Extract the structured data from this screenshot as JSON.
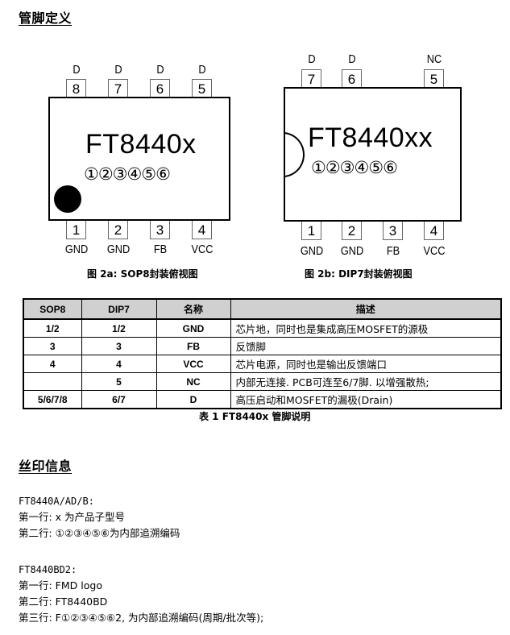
{
  "sections": {
    "pin_definition_title": "管脚定义",
    "marking_title": "丝印信息"
  },
  "sop8": {
    "chip_name": "FT8440x",
    "chip_code": "①②③④⑤⑥",
    "top_pins": [
      {
        "number": "8",
        "label": "D"
      },
      {
        "number": "7",
        "label": "D"
      },
      {
        "number": "6",
        "label": "D"
      },
      {
        "number": "5",
        "label": "D"
      }
    ],
    "bottom_pins": [
      {
        "number": "1",
        "label": "GND"
      },
      {
        "number": "2",
        "label": "GND"
      },
      {
        "number": "3",
        "label": "FB"
      },
      {
        "number": "4",
        "label": "VCC"
      }
    ],
    "caption": "图 2a: SOP8封装俯视图"
  },
  "dip7": {
    "chip_name": "FT8440xx",
    "chip_code": "①②③④⑤⑥",
    "top_pins": [
      {
        "number": "7",
        "label": "D"
      },
      {
        "number": "6",
        "label": "D"
      },
      {
        "number": "5",
        "label": "NC"
      }
    ],
    "bottom_pins": [
      {
        "number": "1",
        "label": "GND"
      },
      {
        "number": "2",
        "label": "GND"
      },
      {
        "number": "3",
        "label": "FB"
      },
      {
        "number": "4",
        "label": "VCC"
      }
    ],
    "caption": "图 2b: DIP7封装俯视图"
  },
  "pin_table": {
    "headers": [
      "SOP8",
      "DIP7",
      "名称",
      "描述"
    ],
    "rows": [
      {
        "sop8": "1/2",
        "dip7": "1/2",
        "name": "GND",
        "desc": "芯片地，同时也是集成高压MOSFET的源极"
      },
      {
        "sop8": "3",
        "dip7": "3",
        "name": "FB",
        "desc": "反馈脚"
      },
      {
        "sop8": "4",
        "dip7": "4",
        "name": "VCC",
        "desc": "芯片电源，同时也是输出反馈端口"
      },
      {
        "sop8": "",
        "dip7": "5",
        "name": "NC",
        "desc": "内部无连接. PCB可连至6/7脚. 以增强散热;"
      },
      {
        "sop8": "5/6/7/8",
        "dip7": "6/7",
        "name": "D",
        "desc": "高压启动和MOSFET的漏极(Drain)"
      }
    ],
    "caption": "表 1 FT8440x 管脚说明",
    "header_bg": "#d0d0d0"
  },
  "marking": {
    "group1": {
      "model": "FT8440A/AD/B:",
      "lines": [
        "第一行:  x 为产品子型号",
        "第二行: ①②③④⑤⑥为内部追溯编码"
      ]
    },
    "group2": {
      "model": "FT8440BD2:",
      "lines": [
        "第一行: FMD logo",
        "第二行: FT8440BD",
        "第三行: F①②③④⑤⑥2, 为内部追溯编码(周期/批次等);"
      ]
    }
  }
}
